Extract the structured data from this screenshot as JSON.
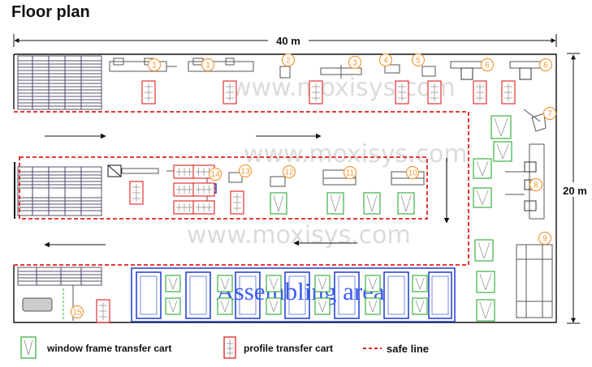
{
  "title": "Floor plan",
  "dimensions": {
    "width": "40 m",
    "height": "20 m"
  },
  "area_label": "Assembling area",
  "watermark": "www.moxisys.com",
  "station_numbers": [
    "1",
    "1",
    "2",
    "3",
    "4",
    "5",
    "6",
    "6",
    "7",
    "8",
    "9",
    "10",
    "11",
    "12",
    "13",
    "14",
    "15"
  ],
  "legend": {
    "window_cart": "window frame transfer cart",
    "profile_cart": "profile transfer cart",
    "safe_line": "safe line"
  },
  "colors": {
    "safe_line": "#e0201e",
    "station_badge": "#f29a3a",
    "window_cart": "#3cb043",
    "profile_cart": "#e0201e",
    "assembling_area": "#1a3ad0",
    "area_text": "#3a5cf0",
    "racks": "#5a4f6e"
  }
}
